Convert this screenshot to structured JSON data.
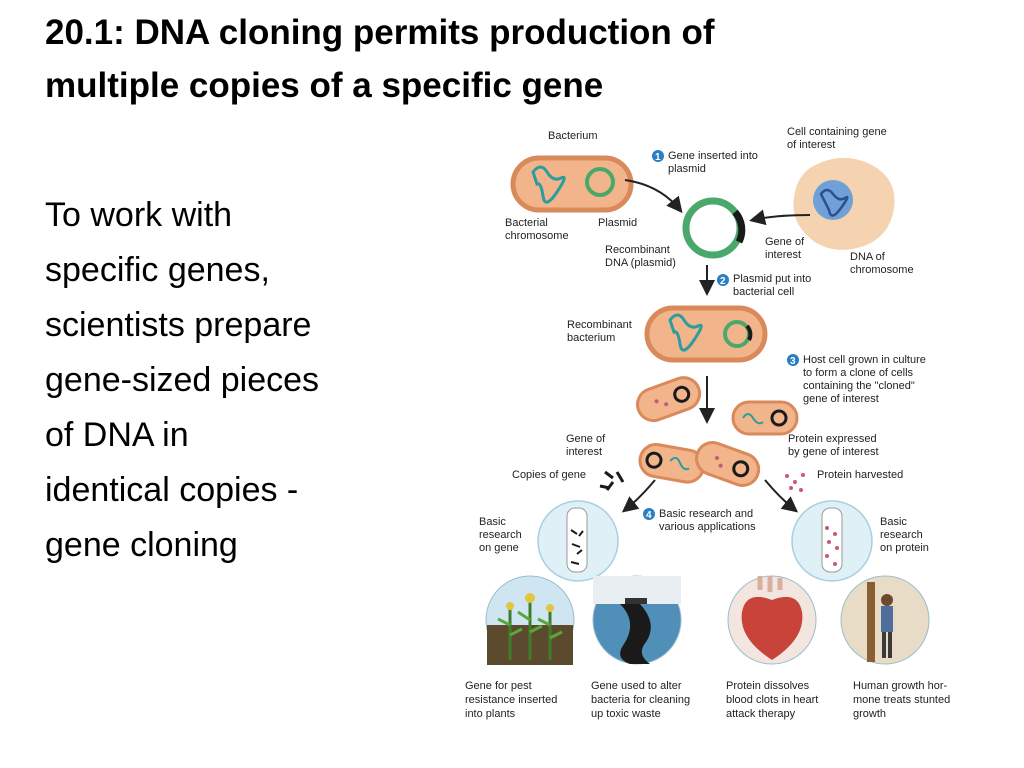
{
  "slide": {
    "title": " 20.1: DNA cloning permits production of\nmultiple copies of a specific gene",
    "body": "To work with\nspecific genes,\nscientists prepare\ngene-sized pieces\nof DNA in\nidentical copies -\ngene cloning"
  },
  "figure": {
    "labels": {
      "bacterium": "Bacterium",
      "cell_gene_1": "Cell containing gene",
      "cell_gene_2": "of interest",
      "step1_1": "Gene inserted into",
      "step1_2": "plasmid",
      "bact_chrom_1": "Bacterial",
      "bact_chrom_2": "chromosome",
      "plasmid": "Plasmid",
      "recomb_dna_1": "Recombinant",
      "recomb_dna_2": "DNA (plasmid)",
      "gene_of_interest_1": "Gene of",
      "gene_of_interest_2": "interest",
      "dna_chrom_1": "DNA of",
      "dna_chrom_2": "chromosome",
      "step2_1": "Plasmid put into",
      "step2_2": "bacterial cell",
      "recomb_bact_1": "Recombinant",
      "recomb_bact_2": "bacterium",
      "step3_1": "Host cell grown in culture",
      "step3_2": "to form a clone of cells",
      "step3_3": "containing the \"cloned\"",
      "step3_4": "gene of interest",
      "gene_of_int2_1": "Gene of",
      "gene_of_int2_2": "interest",
      "protein_expr_1": "Protein expressed",
      "protein_expr_2": "by gene of interest",
      "copies_gene": "Copies of gene",
      "protein_harvested": "Protein harvested",
      "step4_1": "Basic research and",
      "step4_2": "various applications",
      "basic_gene_1": "Basic",
      "basic_gene_2": "research",
      "basic_gene_3": "on gene",
      "basic_protein_1": "Basic",
      "basic_protein_2": "research",
      "basic_protein_3": "on protein",
      "cap1_1": "Gene for pest",
      "cap1_2": "resistance inserted",
      "cap1_3": "into plants",
      "cap2_1": "Gene used to alter",
      "cap2_2": "bacteria for cleaning",
      "cap2_3": "up toxic waste",
      "cap3_1": "Protein dissolves",
      "cap3_2": "blood clots in heart",
      "cap3_3": "attack therapy",
      "cap4_1": "Human growth hor-",
      "cap4_2": "mone treats stunted",
      "cap4_3": "growth"
    },
    "steps": [
      "1",
      "2",
      "3",
      "4"
    ],
    "colors": {
      "bacterium_fill": "#f2b48a",
      "bacterium_edge": "#d9895a",
      "dna_teal": "#2a9d9d",
      "plasmid_green": "#4aa86a",
      "gene_black": "#1a1a1a",
      "cell_fill": "#f6d3b0",
      "nucleus_blue": "#6fa0d8",
      "step_blue": "#2a7fc4",
      "protein_pink": "#c25a7a",
      "circle_bg": "#dff0f7"
    }
  }
}
